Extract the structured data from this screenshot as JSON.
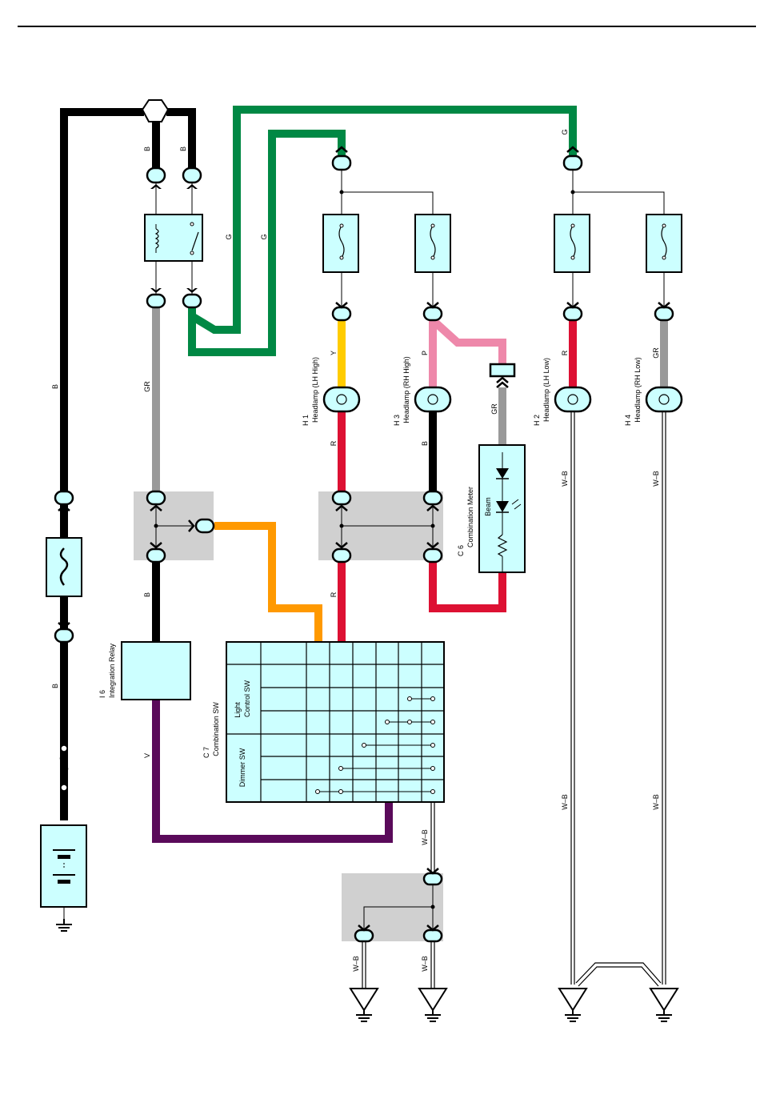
{
  "colors": {
    "wire_black": "#000000",
    "wire_gray": "#999999",
    "wire_green": "#008844",
    "wire_yellow": "#ffcc00",
    "wire_red": "#dd1133",
    "wire_pink": "#ee88aa",
    "wire_orange": "#ff9900",
    "wire_violet": "#5a0a5a",
    "component_fill": "#ccffff",
    "splice_fill": "#d0d0d0"
  },
  "wire_codes": {
    "b_main_upper": "B",
    "b_main_mid": "B",
    "b_main_lower": "B",
    "b_relay_left": "B",
    "b_relay_right": "B",
    "gr_relay": "GR",
    "g_relay_1": "G",
    "g_relay_2": "G",
    "g_top_right": "G",
    "b_integration": "B",
    "v_integration": "V",
    "y_lh_high": "Y",
    "p_rh_high": "P",
    "r_lh_low": "R",
    "gr_rh_low": "GR",
    "r_h1": "R",
    "b_h3": "B",
    "r_lower": "R",
    "gr_meter": "GR",
    "wb_h2_upper": "W–B",
    "wb_h4_upper": "W–B",
    "wb_h2_lower": "W–B",
    "wb_h4_lower": "W–B",
    "wb_combination": "W–B",
    "wb_ground_left": "W–B",
    "wb_ground_right": "W–B"
  },
  "components": {
    "h1": {
      "code": "H 1",
      "name": "Headlamp (LH High)"
    },
    "h3": {
      "code": "H 3",
      "name": "Headlamp (RH High)"
    },
    "h2": {
      "code": "H 2",
      "name": "Headlamp (LH Low)"
    },
    "h4": {
      "code": "H 4",
      "name": "Headlamp (RH Low)"
    },
    "c6": {
      "code": "C 6",
      "name": "Combination Meter",
      "inner": "Beam"
    },
    "i6": {
      "code": "I 6",
      "name": "Integration Relay"
    },
    "c7": {
      "code": "C 7",
      "name": "Combination SW",
      "light_sw": [
        "Light",
        "Control SW"
      ],
      "dimmer_sw": "Dimmer SW"
    }
  },
  "icons": [
    "battery-icon",
    "fusible-link-icon",
    "fuse-icon",
    "relay-icon",
    "headlamp-bulb-icon",
    "led-icon",
    "resistor-icon",
    "ground-icon",
    "connector-icon",
    "splice-icon"
  ]
}
